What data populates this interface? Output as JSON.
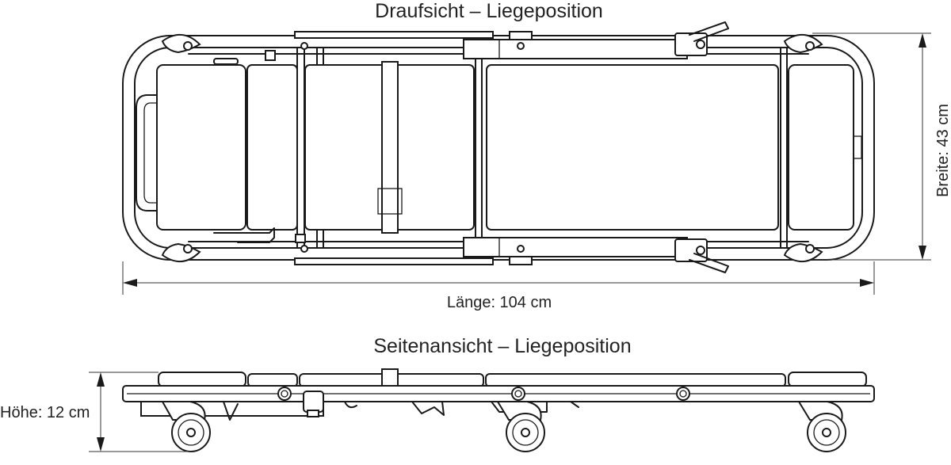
{
  "top_view": {
    "title": "Draufsicht – Liegeposition",
    "length_label": "Länge: 104 cm",
    "width_label": "Breite: 43 cm"
  },
  "side_view": {
    "title": "Seitenansicht – Liegeposition",
    "height_label": "Höhe: 12 cm"
  }
}
